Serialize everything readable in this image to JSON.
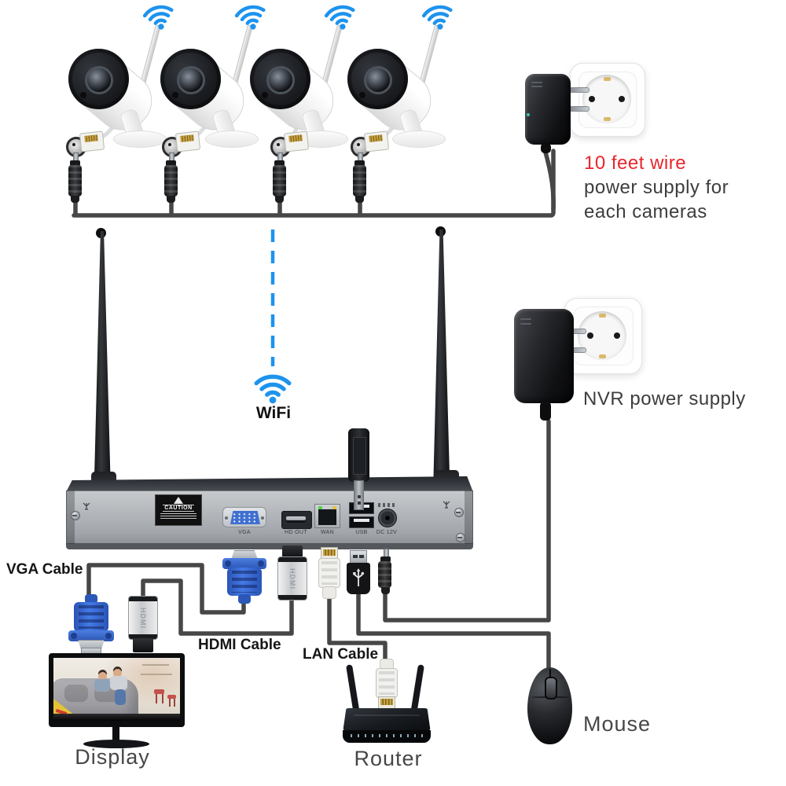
{
  "labels": {
    "wire_note_line1": "10 feet wire",
    "wire_note_line2": "power supply for",
    "wire_note_line3": "each cameras",
    "nvr_power": "NVR power supply",
    "wifi": "WiFi",
    "vga_cable": "VGA Cable",
    "hdmi_cable": "HDMI Cable",
    "lan_cable": "LAN Cable",
    "display": "Display",
    "router": "Router",
    "mouse": "Mouse"
  },
  "nvr": {
    "caution": "CAUTION",
    "ports": [
      {
        "id": "vga",
        "label": "VGA"
      },
      {
        "id": "hd_out",
        "label": "HD OUT"
      },
      {
        "id": "wan",
        "label": "WAN"
      },
      {
        "id": "usb",
        "label": "USB"
      },
      {
        "id": "dc",
        "label": "DC 12V"
      }
    ]
  },
  "connectors": {
    "hdmi_marking": "HDMI"
  },
  "system": {
    "camera_count": 4
  },
  "colors": {
    "wifi_blue": "#1d93ee",
    "note_red": "#e8262d",
    "cable_gray": "#474747",
    "label_gray": "#3d3d3d"
  }
}
